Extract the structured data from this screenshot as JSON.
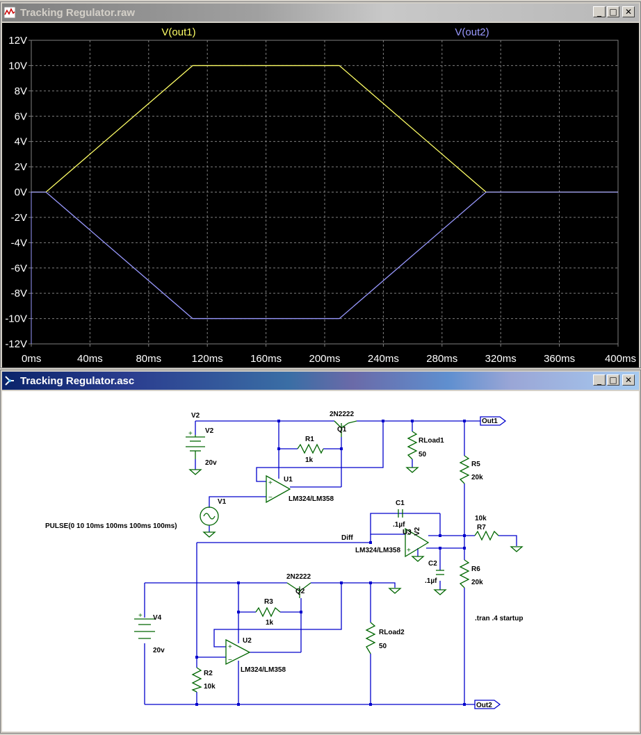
{
  "waveform_window": {
    "title": "Tracking Regulator.raw",
    "icon": "waveform-icon",
    "controls": {
      "minimize": "_",
      "maximize": "□",
      "close": "✕"
    }
  },
  "schematic_window": {
    "title": "Tracking Regulator.asc",
    "icon": "schematic-icon",
    "controls": {
      "minimize": "_",
      "maximize": "□",
      "close": "✕"
    }
  },
  "colors": {
    "out1": "#ffff66",
    "out2": "#9999ff",
    "grid": "#808080",
    "wire": "#0000cc",
    "component": "#006600"
  },
  "chart_data": {
    "type": "line",
    "xlabel": "",
    "ylabel": "",
    "xlim": [
      0,
      400
    ],
    "ylim": [
      -12,
      12
    ],
    "grid": true,
    "x_ticks": [
      "0ms",
      "40ms",
      "80ms",
      "120ms",
      "160ms",
      "200ms",
      "240ms",
      "280ms",
      "320ms",
      "360ms",
      "400ms"
    ],
    "y_ticks": [
      "12V",
      "10V",
      "8V",
      "6V",
      "4V",
      "2V",
      "0V",
      "-2V",
      "-4V",
      "-6V",
      "-8V",
      "-10V",
      "-12V"
    ],
    "series": [
      {
        "name": "V(out1)",
        "x": [
          0,
          10,
          110,
          210,
          310,
          400
        ],
        "y": [
          0,
          0,
          10,
          10,
          0,
          0
        ]
      },
      {
        "name": "V(out2)",
        "x": [
          0,
          10,
          110,
          210,
          310,
          400
        ],
        "y": [
          0,
          0,
          -10,
          -10,
          0,
          0
        ]
      }
    ]
  },
  "schematic": {
    "labels": {
      "v2_net": "V2",
      "v2_name": "V2",
      "v2_val": "20v",
      "q1_model": "2N2222",
      "q1_name": "Q1",
      "out1": "Out1",
      "r1_name": "R1",
      "r1_val": "1k",
      "rload1_name": "RLoad1",
      "rload1_val": "50",
      "r5_name": "R5",
      "r5_val": "20k",
      "u1_name": "U1",
      "u1_model": "LM324/LM358",
      "v1_name": "V1",
      "v1_src": "PULSE(0 10 10ms 100ms 100ms 100ms)",
      "c1_name": "C1",
      "c1_val": ".1µf",
      "v2_rot": "V2",
      "u3_name": "U3",
      "r7_val": "10k",
      "r7_name": "R7",
      "diff": "Diff",
      "u3_model": "LM324/LM358",
      "c2_name": "C2",
      "c2_val": ".1µf",
      "r6_name": "R6",
      "r6_val": "20k",
      "q2_model": "2N2222",
      "q2_name": "Q2",
      "r3_name": "R3",
      "r3_val": "1k",
      "v4_name": "V4",
      "v4_val": "20v",
      "tran": ".tran .4 startup",
      "rload2_name": "RLoad2",
      "rload2_val": "50",
      "u2_name": "U2",
      "u2_model": "LM324/LM358",
      "r2_name": "R2",
      "r2_val": "10k",
      "out2": "Out2"
    }
  }
}
